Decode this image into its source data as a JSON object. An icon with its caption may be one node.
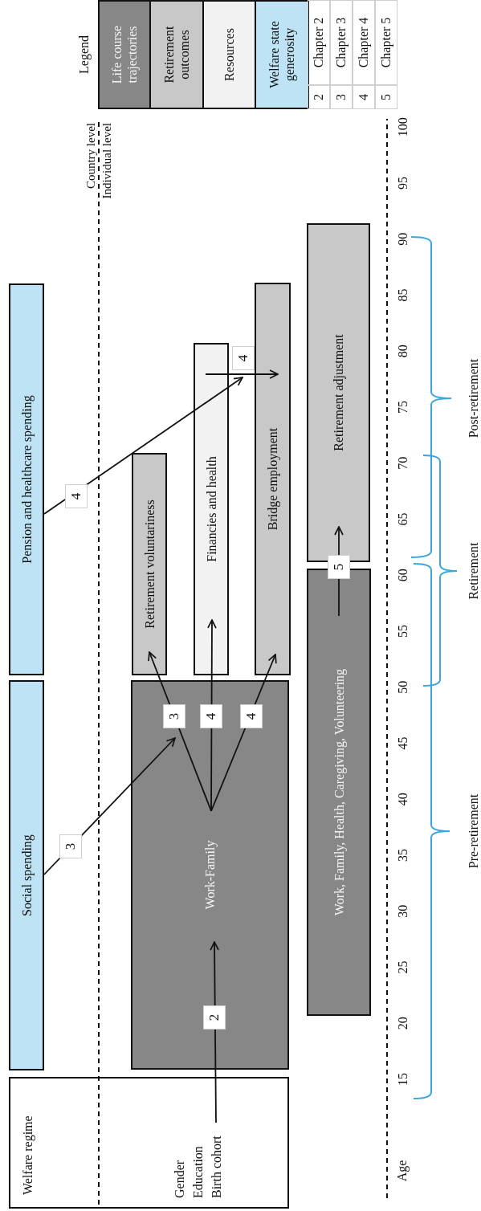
{
  "diagram": {
    "nodes": [
      {
        "text": [
          "Welfare regime"
        ]
      },
      {
        "text": [
          "Gender Education Birth cohort"
        ],
        "in": 0
      },
      {
        "text": [
          "Social spending"
        ]
      },
      {
        "text": [
          "Pension and healthcare spending"
        ]
      },
      {
        "text": [
          "Work-Family"
        ]
      },
      {
        "text": [
          "Retirement voluntariness"
        ]
      },
      {
        "text": [
          "Financies and health"
        ]
      },
      {
        "text": [
          "Bridge employment"
        ]
      },
      {
        "text": [
          "Work, Family, Health, Caregiving, Volunteering"
        ]
      },
      {
        "text": [
          "Retirement adjustment"
        ]
      }
    ],
    "edges": [
      {
        "from": 1,
        "to": 4,
        "arrow": "to",
        "label": "2"
      },
      {
        "from": 2,
        "to": 4,
        "arrow": "to",
        "label": "3"
      },
      {
        "from": 3,
        "to": 6,
        "arrow": "to",
        "label": "4"
      },
      {
        "from": 4,
        "to": 5,
        "arrow": "to",
        "label": "3"
      },
      {
        "from": 4,
        "to": 6,
        "arrow": "to",
        "label": "4"
      },
      {
        "from": 4,
        "to": 7,
        "arrow": "to",
        "label": "4"
      },
      {
        "from": 6,
        "to": 7,
        "arrow": "to",
        "label": "4"
      },
      {
        "from": 8,
        "to": 9,
        "arrow": "to",
        "label": "5"
      }
    ],
    "labels": [
      "Country level",
      "Individual level",
      "Age",
      "15",
      "20",
      "25",
      "30",
      "35",
      "40",
      "45",
      "50",
      "55",
      "60",
      "65",
      "70",
      "75",
      "80",
      "85",
      "90",
      "95",
      "100",
      "Pre-retirement",
      "Retirement",
      "Post-retirement",
      "Legend",
      "2",
      "Chapter 2",
      "3",
      "Chapter 3",
      "4",
      "Chapter 4",
      "5",
      "Chapter 5"
    ],
    "legend": [
      {
        "text": "Life course trajectories",
        "color": "#878787"
      },
      {
        "text": "Retirement outcomes",
        "color": "#c8c8c8"
      },
      {
        "text": "Resources",
        "color": "#f2f2f2"
      },
      {
        "text": "Welfare state generosity",
        "color": "#bee3f4"
      }
    ]
  }
}
